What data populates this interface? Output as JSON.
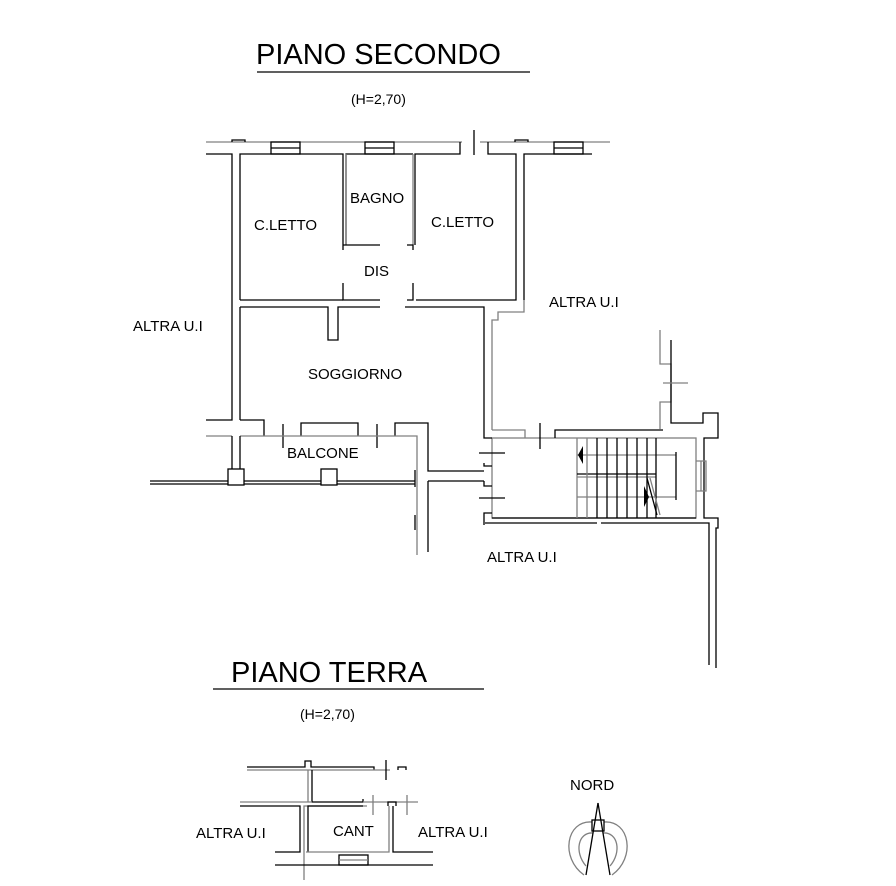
{
  "drawing": {
    "upper_floor": {
      "title": "PIANO SECONDO",
      "height_note": "(H=2,70)",
      "rooms": {
        "bedroom_left": "C.LETTO",
        "bathroom": "BAGNO",
        "bedroom_right": "C.LETTO",
        "hallway": "DIS",
        "living_room": "SOGGIORNO",
        "balcony": "BALCONE"
      },
      "neighbors": {
        "west": "ALTRA U.I",
        "east": "ALTRA U.I",
        "south": "ALTRA U.I"
      }
    },
    "ground_floor": {
      "title": "PIANO TERRA",
      "height_note": "(H=2,70)",
      "rooms": {
        "cellar": "CANT"
      },
      "neighbors": {
        "west": "ALTRA U.I",
        "east": "ALTRA U.I"
      }
    },
    "compass": {
      "label": "NORD"
    }
  }
}
